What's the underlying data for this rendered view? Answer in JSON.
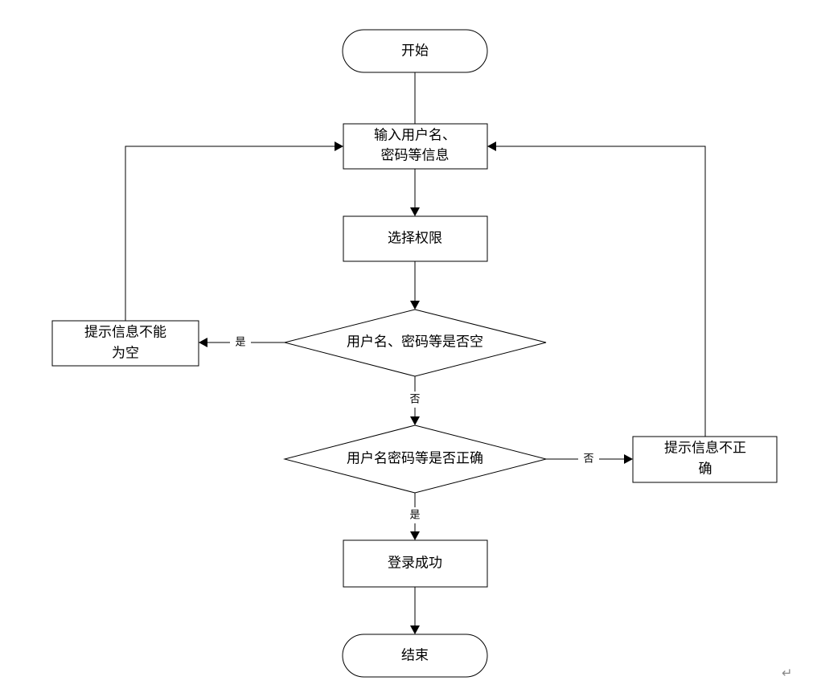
{
  "nodes": {
    "start": {
      "shape": "terminator",
      "lines": [
        "开始"
      ]
    },
    "input": {
      "shape": "process",
      "lines": [
        "输入用户名、",
        "密码等信息"
      ]
    },
    "select_permission": {
      "shape": "process",
      "lines": [
        "选择权限"
      ]
    },
    "check_empty": {
      "shape": "decision",
      "lines": [
        "用户名、密码等是否空"
      ]
    },
    "prompt_empty": {
      "shape": "process",
      "lines": [
        "提示信息不能",
        "为空"
      ]
    },
    "check_correct": {
      "shape": "decision",
      "lines": [
        "用户名密码等是否正确"
      ]
    },
    "prompt_incorrect": {
      "shape": "process",
      "lines": [
        "提示信息不正",
        "确"
      ]
    },
    "login_success": {
      "shape": "process",
      "lines": [
        "登录成功"
      ]
    },
    "end": {
      "shape": "terminator",
      "lines": [
        "结束"
      ]
    }
  },
  "edges": [
    {
      "from": "start",
      "to": "input",
      "label": ""
    },
    {
      "from": "input",
      "to": "select_permission",
      "label": ""
    },
    {
      "from": "select_permission",
      "to": "check_empty",
      "label": ""
    },
    {
      "from": "check_empty",
      "to": "prompt_empty",
      "label": "是"
    },
    {
      "from": "check_empty",
      "to": "check_correct",
      "label": "否"
    },
    {
      "from": "check_correct",
      "to": "prompt_incorrect",
      "label": "否"
    },
    {
      "from": "check_correct",
      "to": "login_success",
      "label": "是"
    },
    {
      "from": "login_success",
      "to": "end",
      "label": ""
    },
    {
      "from": "prompt_empty",
      "to": "input",
      "label": ""
    },
    {
      "from": "prompt_incorrect",
      "to": "input",
      "label": ""
    }
  ],
  "paragraph_mark": "↵"
}
